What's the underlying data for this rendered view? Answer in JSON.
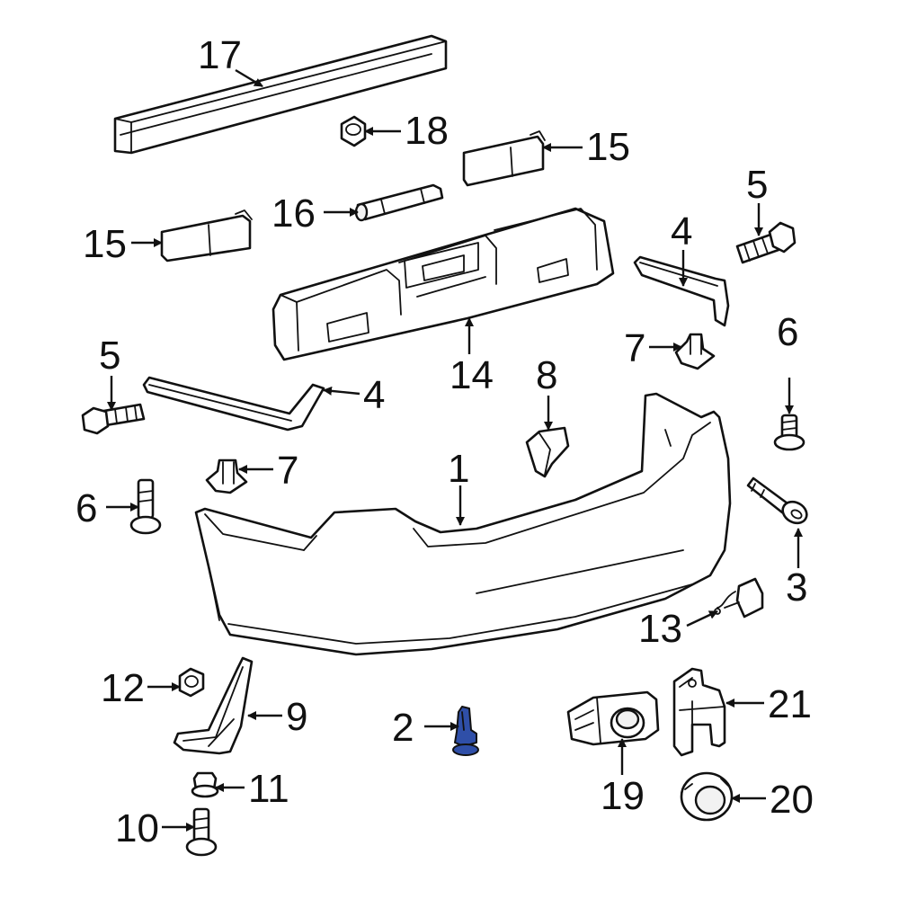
{
  "colors": {
    "line": "#111111",
    "background": "#ffffff",
    "highlight": "#2f4fa8"
  },
  "callouts": {
    "c1": "1",
    "c2": "2",
    "c3": "3",
    "c4a": "4",
    "c4b": "4",
    "c5a": "5",
    "c5b": "5",
    "c6a": "6",
    "c6b": "6",
    "c7a": "7",
    "c7b": "7",
    "c8": "8",
    "c9": "9",
    "c10": "10",
    "c11": "11",
    "c12": "12",
    "c13": "13",
    "c14": "14",
    "c15a": "15",
    "c15b": "15",
    "c16": "16",
    "c17": "17",
    "c18": "18",
    "c19": "19",
    "c20": "20",
    "c21": "21"
  },
  "highlighted_part": "2"
}
